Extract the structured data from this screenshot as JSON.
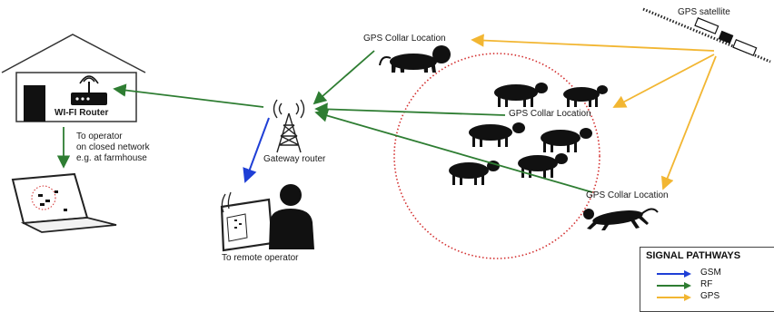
{
  "labels": {
    "gps_satellite": "GPS satellite",
    "gps_collar_top": "GPS Collar Location",
    "gps_collar_middle": "GPS Collar Location",
    "gps_collar_bottom": "GPS Collar Location",
    "wifi_router": "WI-FI Router",
    "gateway_router": "Gateway router",
    "to_operator_line1": "To operator",
    "to_operator_line2": "on closed network",
    "to_operator_line3": "e.g. at farmhouse",
    "to_remote_operator": "To remote  operator"
  },
  "legend": {
    "title": "SIGNAL PATHWAYS",
    "items": [
      {
        "label": "GSM",
        "color": "#1f3fd6"
      },
      {
        "label": "RF",
        "color": "#2e7d32"
      },
      {
        "label": "GPS",
        "color": "#f2b632"
      }
    ]
  },
  "colors": {
    "gsm": "#1f3fd6",
    "rf": "#2e7d32",
    "gps": "#f2b632",
    "herd_boundary": "#d32f2f"
  },
  "icons": [
    "house-icon",
    "wifi-router-icon",
    "laptop-icon",
    "gateway-tower-icon",
    "smartphone-icon",
    "person-icon",
    "satellite-icon",
    "lion-icon",
    "cattle-icon",
    "cheetah-icon"
  ]
}
